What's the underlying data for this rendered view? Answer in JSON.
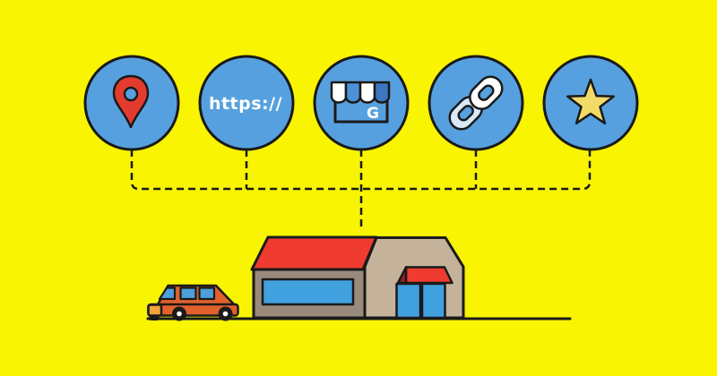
{
  "illustration": {
    "description": "Five local-business signal icons connected by dashed lines to a storefront building with a car",
    "icons": [
      {
        "name": "location-pin-icon"
      },
      {
        "name": "https-url-icon",
        "label": "https://"
      },
      {
        "name": "google-my-business-icon",
        "label": "G"
      },
      {
        "name": "link-icon"
      },
      {
        "name": "star-icon"
      }
    ]
  },
  "labels": {
    "https": "https://",
    "google_g": "G"
  },
  "colors": {
    "background": "#F8F402",
    "outline": "#1A1A1A",
    "circle_blue": "#57A0DF",
    "pin_red": "#E33B2E",
    "roof_red": "#EF3B30",
    "awning_dark_red": "#8E2121",
    "left_wall": "#9A8A7B",
    "right_wall": "#C5B29A",
    "window_blue": "#41A0DE",
    "door_blue": "#41A0DE",
    "gmb_stripe_blue": "#4C92D9",
    "gmb_stripe_blue_dark": "#3B76BF",
    "link_light_blue": "#D9E9F8",
    "star_yellow": "#F2DB69",
    "car_body": "#E2612D",
    "car_tailgate": "#EFA43C",
    "car_window": "#4D9FD9",
    "white": "#FFFFFF"
  }
}
